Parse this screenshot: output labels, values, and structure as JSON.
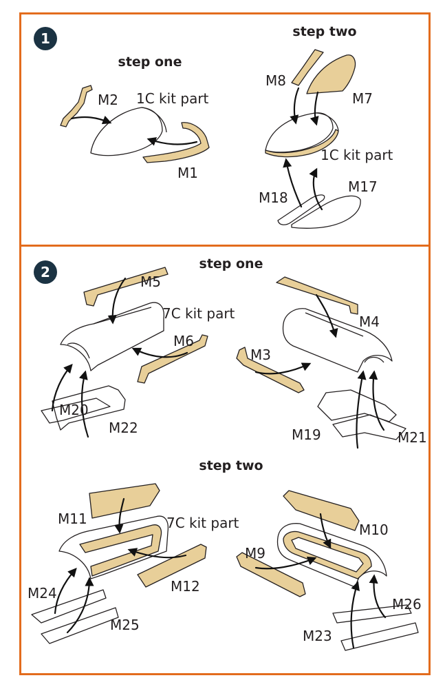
{
  "colors": {
    "frame": "#e36c1d",
    "badge": "#1b3343",
    "etched_part": "#e8cf99",
    "ink": "#231f20"
  },
  "panel1": {
    "number": "1",
    "step_one": {
      "title": "step one",
      "labels": {
        "m2": "M2",
        "kit_part": "1C kit part",
        "m1": "M1"
      }
    },
    "step_two": {
      "title": "step two",
      "labels": {
        "m8": "M8",
        "m7": "M7",
        "kit_part": "1C kit part",
        "m18": "M18",
        "m17": "M17"
      }
    }
  },
  "panel2": {
    "number": "2",
    "step_one": {
      "title": "step one",
      "labels": {
        "m5": "M5",
        "kit_part": "7C kit part",
        "m6": "M6",
        "m20": "M20",
        "m22": "M22",
        "m4": "M4",
        "m3": "M3",
        "m19": "M19",
        "m21": "M21"
      }
    },
    "step_two": {
      "title": "step two",
      "labels": {
        "m11": "M11",
        "kit_part": "7C kit part",
        "m12": "M12",
        "m24": "M24",
        "m25": "M25",
        "m10": "M10",
        "m9": "M9",
        "m23": "M23",
        "m26": "M26"
      }
    }
  }
}
